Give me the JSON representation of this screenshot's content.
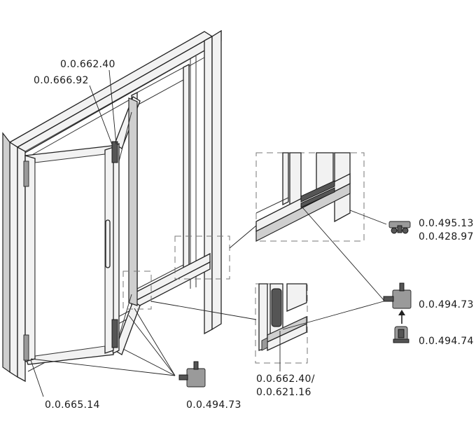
{
  "labels": {
    "top_part_a": "0.0.662.40",
    "top_part_b": "0.0.666.92",
    "rail_part_a": "0.0.495.13",
    "rail_part_b": "0.0.428.97",
    "guide_upper": "0.0.494.73",
    "guide_lower": "0.0.494.74",
    "detail_part_a": "0.0.662.40/",
    "detail_part_b": "0.0.621.16",
    "hinge_part": "0.0.665.14",
    "bottom_guide": "0.0.494.73"
  }
}
